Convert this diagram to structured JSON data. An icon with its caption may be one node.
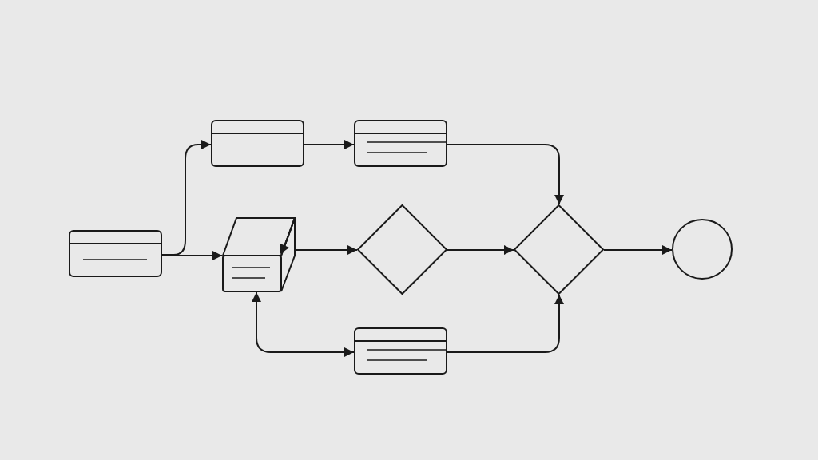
{
  "diagram": {
    "nodes": [
      {
        "text": [],
        "shape": "box"
      },
      {
        "text": [],
        "shape": "box"
      },
      {
        "text": [],
        "shape": "box"
      },
      {
        "text": [],
        "shape": "cube"
      },
      {
        "text": [],
        "shape": "diamond"
      },
      {
        "text": [],
        "shape": "box"
      },
      {
        "text": [],
        "shape": "diamond"
      },
      {
        "text": [],
        "shape": "circle"
      }
    ],
    "edges": [
      {
        "from": 0,
        "to": 1,
        "arrow": "to"
      },
      {
        "from": 0,
        "to": 3,
        "arrow": "to"
      },
      {
        "from": 1,
        "to": 2,
        "arrow": "to"
      },
      {
        "from": 2,
        "to": 6,
        "arrow": "to"
      },
      {
        "from": 3,
        "to": 4,
        "arrow": "to"
      },
      {
        "from": 4,
        "to": 6,
        "arrow": "to"
      },
      {
        "from": 6,
        "to": 7,
        "arrow": "to"
      },
      {
        "from": 3,
        "to": 5,
        "arrow": "both"
      },
      {
        "from": 5,
        "to": 6,
        "arrow": "to"
      }
    ]
  }
}
